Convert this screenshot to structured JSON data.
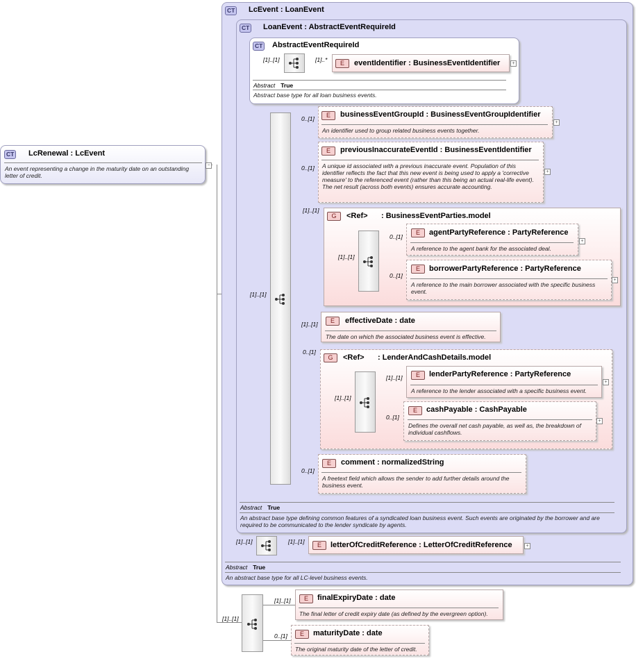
{
  "ct_badge": "CT",
  "el_badge": "E",
  "grp_badge": "G",
  "ref_label": "<Ref>",
  "abstract_label": "Abstract",
  "abstract_value": "True",
  "root": {
    "title": "LcRenewal : LcEvent",
    "desc": "An event representing a change in the maturity date on an outstanding letter of credit."
  },
  "lcevent": {
    "title": "LcEvent : LoanEvent",
    "desc": "An abstract base type for all LC-level business events."
  },
  "loanevent": {
    "title": "LoanEvent : AbstractEventRequireId",
    "desc": "An abstract base type defining common features of a syndicated loan business event. Such events are originated by the borrower and are required to be communicated to the lender syndicate by agents."
  },
  "abstractreq": {
    "title": "AbstractEventRequireId",
    "desc": "Abstract base type for all loan business events."
  },
  "elements": {
    "eventIdentifier": {
      "title": "eventIdentifier : BusinessEventIdentifier"
    },
    "businessEventGroupId": {
      "title": "businessEventGroupId : BusinessEventGroupIdentifier",
      "desc": "An identifier used to group related business events together."
    },
    "previousInaccurateEventId": {
      "title": "previousInaccurateEventId : BusinessEventIdentifier",
      "desc": "A unique id associated with a previous inaccurate event. Population of this identifier reflects the fact that this new event is being used to apply a 'corrective measure' to the referenced event (rather than this being an actual real-life event). The net result (across both events) ensures accurate accounting."
    },
    "agentPartyReference": {
      "title": "agentPartyReference : PartyReference",
      "desc": "A reference to the agent bank for the associated deal."
    },
    "borrowerPartyReference": {
      "title": "borrowerPartyReference : PartyReference",
      "desc": "A reference to the main borrower associated with the specific business event."
    },
    "effectiveDate": {
      "title": "effectiveDate : date",
      "desc": "The date on which the associated business event is effective."
    },
    "lenderPartyReference": {
      "title": "lenderPartyReference : PartyReference",
      "desc": "A reference to the lender associated with a specific business event."
    },
    "cashPayable": {
      "title": "cashPayable : CashPayable",
      "desc": "Defines the overall net cash payable, as well as, the breakdown of individual cashflows."
    },
    "comment": {
      "title": "comment : normalizedString",
      "desc": "A freetext field which allows the sender to add further details around the business event."
    },
    "letterOfCreditReference": {
      "title": "letterOfCreditReference : LetterOfCreditReference"
    },
    "finalExpiryDate": {
      "title": "finalExpiryDate : date",
      "desc": "The final letter of credit expiry date (as defined by the evergreen option)."
    },
    "maturityDate": {
      "title": "maturityDate : date",
      "desc": "The original maturity date of the letter of credit."
    }
  },
  "groups": {
    "parties": ": BusinessEventParties.model",
    "lender": ": LenderAndCashDetails.model"
  },
  "cardinalities": {
    "c1_1": "[1]..[1]",
    "c1_many": "[1]..*",
    "c0_1": "0..[1]"
  }
}
